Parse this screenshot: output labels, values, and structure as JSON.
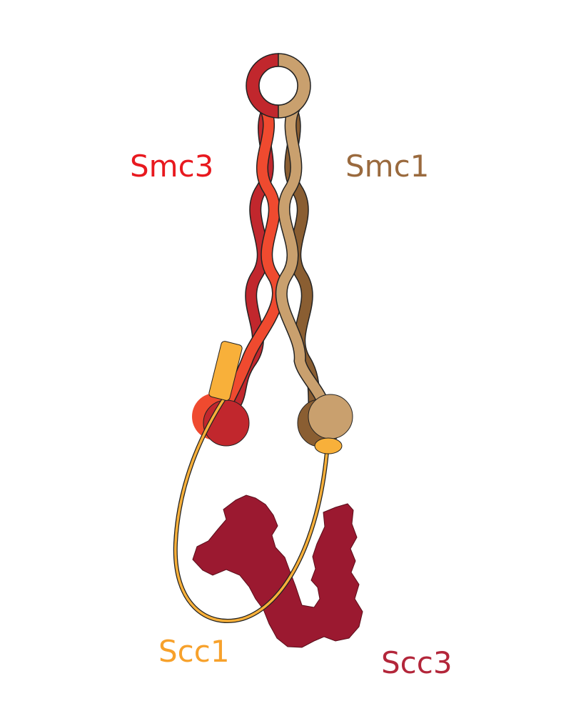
{
  "labels": {
    "smc3": "Smc3",
    "smc1": "Smc1",
    "scc1": "Scc1",
    "scc3": "Scc3"
  },
  "colors": {
    "smc3_label": "#e8191f",
    "smc1_label": "#9a6a3e",
    "scc1_label": "#f7a12b",
    "scc3_label": "#b3263a",
    "smc3_dark": "#c1272d",
    "smc3_light": "#ef4a2f",
    "smc1_dark": "#8a5e32",
    "smc1_light": "#c9a06e",
    "scc1": "#f8b03a",
    "scc3": "#9b1930",
    "outline": "#222222"
  }
}
